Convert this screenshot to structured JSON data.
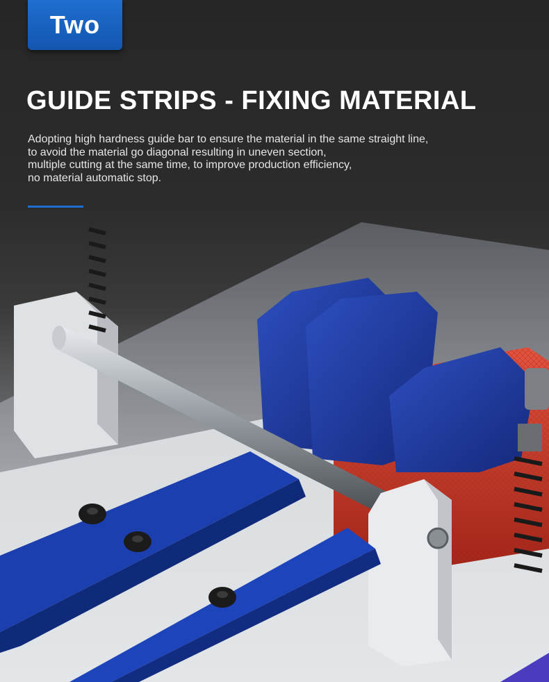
{
  "badge": {
    "label": "Two",
    "color": "#1661c0"
  },
  "title": "GUIDE STRIPS - FIXING MATERIAL",
  "description": [
    "Adopting high hardness guide bar to ensure the material in the same straight line,",
    "to avoid the material go diagonal resulting in uneven section,",
    "multiple cutting at the same time, to improve production efficiency,",
    "no material automatic stop."
  ],
  "colors": {
    "accent": "#1f6fd0",
    "clamp_blue": "#1f3a9a",
    "roller_red": "#d23a2a",
    "rod_steel": "#9aa0a6"
  },
  "icons": [
    "guide-rod",
    "blue-clamp",
    "red-roller",
    "hex-socket-screw",
    "spring",
    "knurled-knob"
  ]
}
